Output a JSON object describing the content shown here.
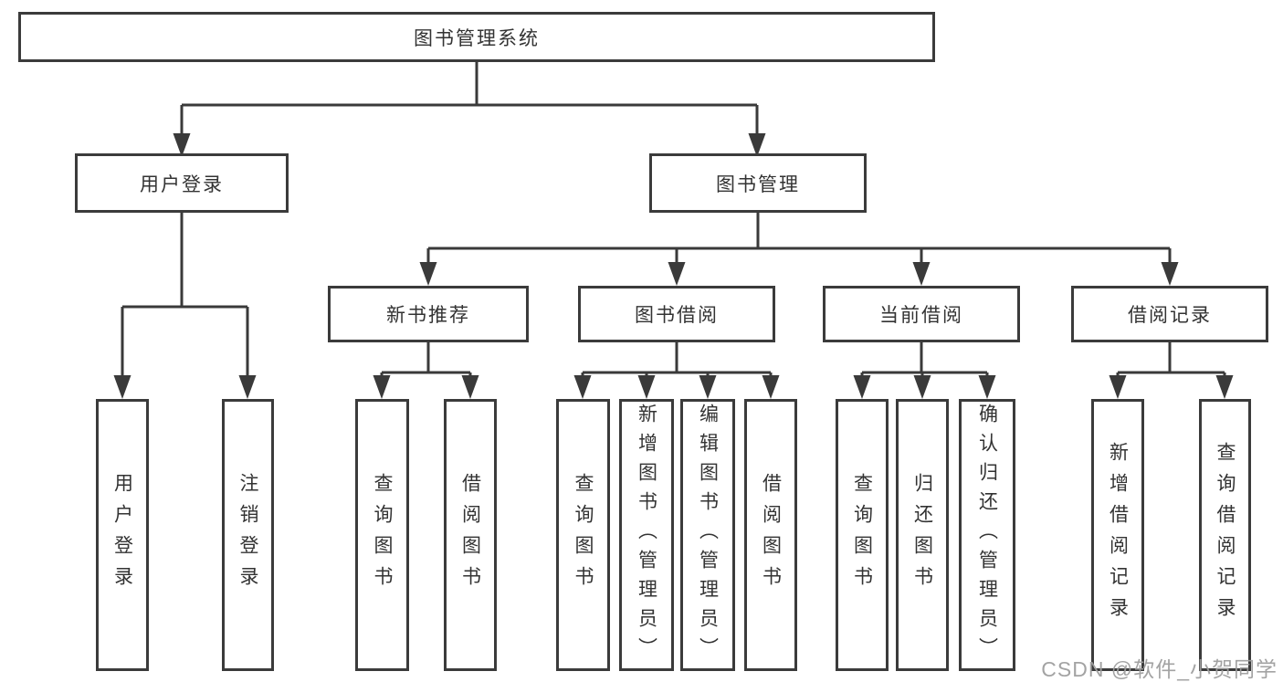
{
  "diagram": {
    "title": "图书管理系统",
    "colors": {
      "line": "#3a3a3a",
      "border": "#3b3b3b",
      "text": "#333333",
      "background": "#ffffff",
      "watermark": "#9e9e9e"
    },
    "nodes": {
      "root": {
        "label": "图书管理系统"
      },
      "user_login": {
        "label": "用户登录"
      },
      "book_management": {
        "label": "图书管理"
      },
      "new_book_recommend": {
        "label": "新书推荐"
      },
      "book_borrow": {
        "label": "图书借阅"
      },
      "current_borrow": {
        "label": "当前借阅"
      },
      "borrow_records": {
        "label": "借阅记录"
      },
      "leaf_user_login": {
        "label": "用户登录"
      },
      "leaf_logout": {
        "label": "注销登录"
      },
      "leaf_query_book_1": {
        "label": "查询图书"
      },
      "leaf_borrow_book_1": {
        "label": "借阅图书"
      },
      "leaf_query_book_2": {
        "label": "查询图书"
      },
      "leaf_add_book": {
        "label": "新增图书（管理员）"
      },
      "leaf_edit_book": {
        "label": "编辑图书（管理员）"
      },
      "leaf_borrow_book_2": {
        "label": "借阅图书"
      },
      "leaf_query_book_3": {
        "label": "查询图书"
      },
      "leaf_return_book": {
        "label": "归还图书"
      },
      "leaf_confirm_return": {
        "label": "确认归还（管理员）"
      },
      "leaf_add_record": {
        "label": "新增借阅记录"
      },
      "leaf_query_record": {
        "label": "查询借阅记录"
      }
    },
    "hierarchy": {
      "图书管理系统": {
        "用户登录": [
          "用户登录",
          "注销登录"
        ],
        "图书管理": {
          "新书推荐": [
            "查询图书",
            "借阅图书"
          ],
          "图书借阅": [
            "查询图书",
            "新增图书（管理员）",
            "编辑图书（管理员）",
            "借阅图书"
          ],
          "当前借阅": [
            "查询图书",
            "归还图书",
            "确认归还（管理员）"
          ],
          "借阅记录": [
            "新增借阅记录",
            "查询借阅记录"
          ]
        }
      }
    },
    "watermark": "CSDN @软件_小贺同学"
  }
}
